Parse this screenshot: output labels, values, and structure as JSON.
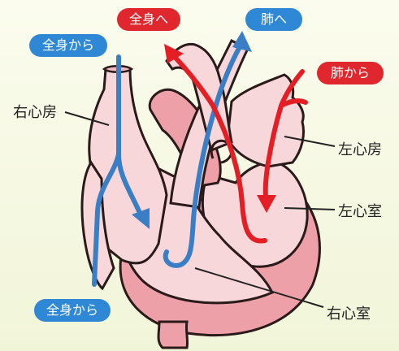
{
  "badges": {
    "from_body_top": "全身から",
    "to_body": "全身へ",
    "to_lungs": "肺へ",
    "from_lungs": "肺から",
    "from_body_bottom": "全身から"
  },
  "labels": {
    "right_atrium": "右心房",
    "left_atrium": "左心房",
    "left_ventricle": "左心室",
    "right_ventricle": "右心室"
  },
  "colors": {
    "blue_flow": "#3a7fc5",
    "red_flow": "#e31e24",
    "heart_fill": "#f7d4d8",
    "heart_dark": "#ee9ea8",
    "outline": "#2a1a1a"
  }
}
